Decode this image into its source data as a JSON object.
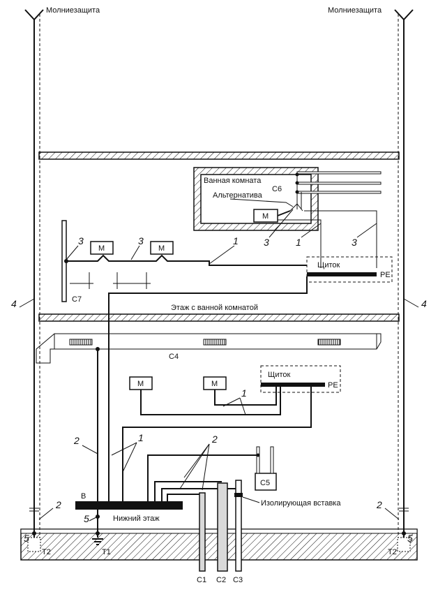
{
  "labels": {
    "lightning_left": "Молниезащита",
    "lightning_right": "Молниезащита",
    "bathroom": "Ванная комната",
    "alternative": "Альтернатива",
    "c6": "С6",
    "m": "М",
    "panel_top": "Щиток",
    "pe_top": "PE",
    "c7": "С7",
    "bath_floor": "Этаж с ванной комнатой",
    "c4": "С4",
    "panel_bottom": "Щиток",
    "pe_bottom": "PE",
    "c5": "С5",
    "insulating": "Изолирующая вставка",
    "b": "В",
    "ground_floor": "Нижний этаж",
    "t1": "Т1",
    "t2_left": "Т2",
    "t2_right": "Т2",
    "c1": "С1",
    "c2": "С2",
    "c3": "С3"
  },
  "callouts": {
    "n1": "1",
    "n2": "2",
    "n3": "3",
    "n4": "4",
    "n5": "5"
  }
}
